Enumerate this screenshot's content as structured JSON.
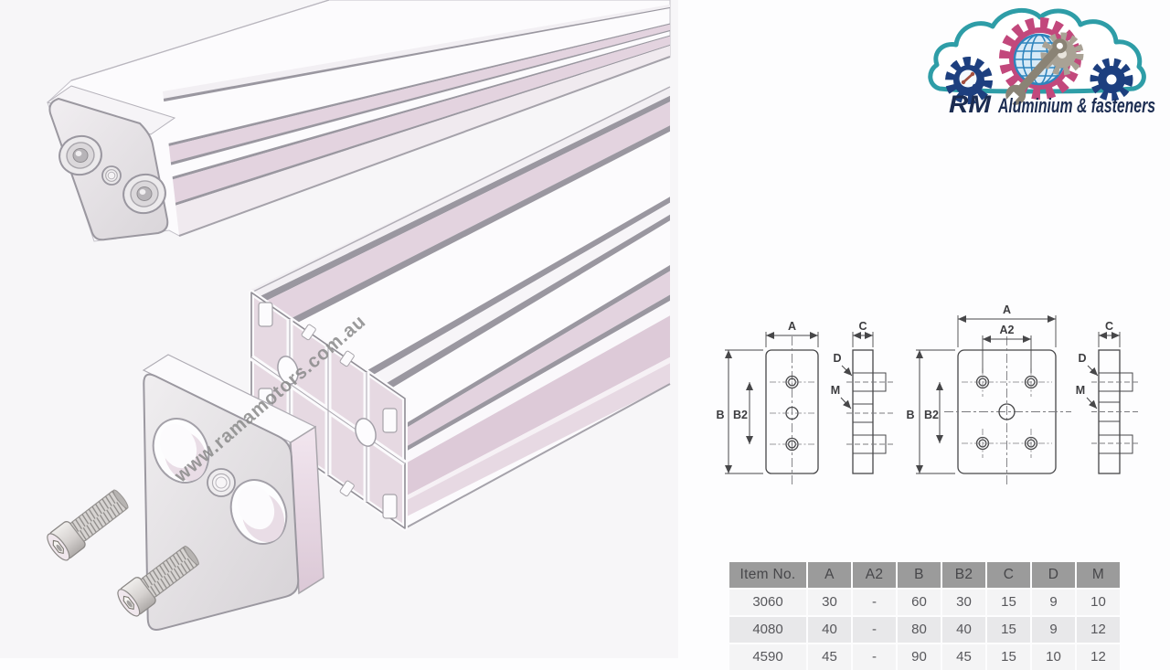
{
  "page": {
    "left_canvas_bg": "#f7f6f8",
    "page_bg": "#fdfdfe"
  },
  "watermark": {
    "text": "www.ramamotors.com.au",
    "color": "#8a8a8a"
  },
  "logo": {
    "initials": "RM",
    "name": "Aluminium & fasteners",
    "colors": {
      "cloud": "#2e9da7",
      "center_gear": "#c2487c",
      "side_gears": "#1d3f7f",
      "inner_gear": "#a9a295",
      "globe": "#2f84bd",
      "wrench": "#8a8375",
      "text": "#1c2d52"
    }
  },
  "diagrams": {
    "labels": {
      "A": "A",
      "A2": "A2",
      "B": "B",
      "B2": "B2",
      "C": "C",
      "D": "D",
      "M": "M"
    }
  },
  "spec_table": {
    "headers": [
      "Item No.",
      "A",
      "A2",
      "B",
      "B2",
      "C",
      "D",
      "M"
    ],
    "rows": [
      [
        "3060",
        "30",
        "-",
        "60",
        "30",
        "15",
        "9",
        "10"
      ],
      [
        "4080",
        "40",
        "-",
        "80",
        "40",
        "15",
        "9",
        "12"
      ],
      [
        "4590",
        "45",
        "-",
        "90",
        "45",
        "15",
        "10",
        "12"
      ]
    ],
    "colors": {
      "header_bg": "#9b9b9b",
      "header_text": "#47474a",
      "row_odd": "#f4f4f5",
      "row_even": "#e8e8ea",
      "cell_text": "#57575b"
    }
  }
}
